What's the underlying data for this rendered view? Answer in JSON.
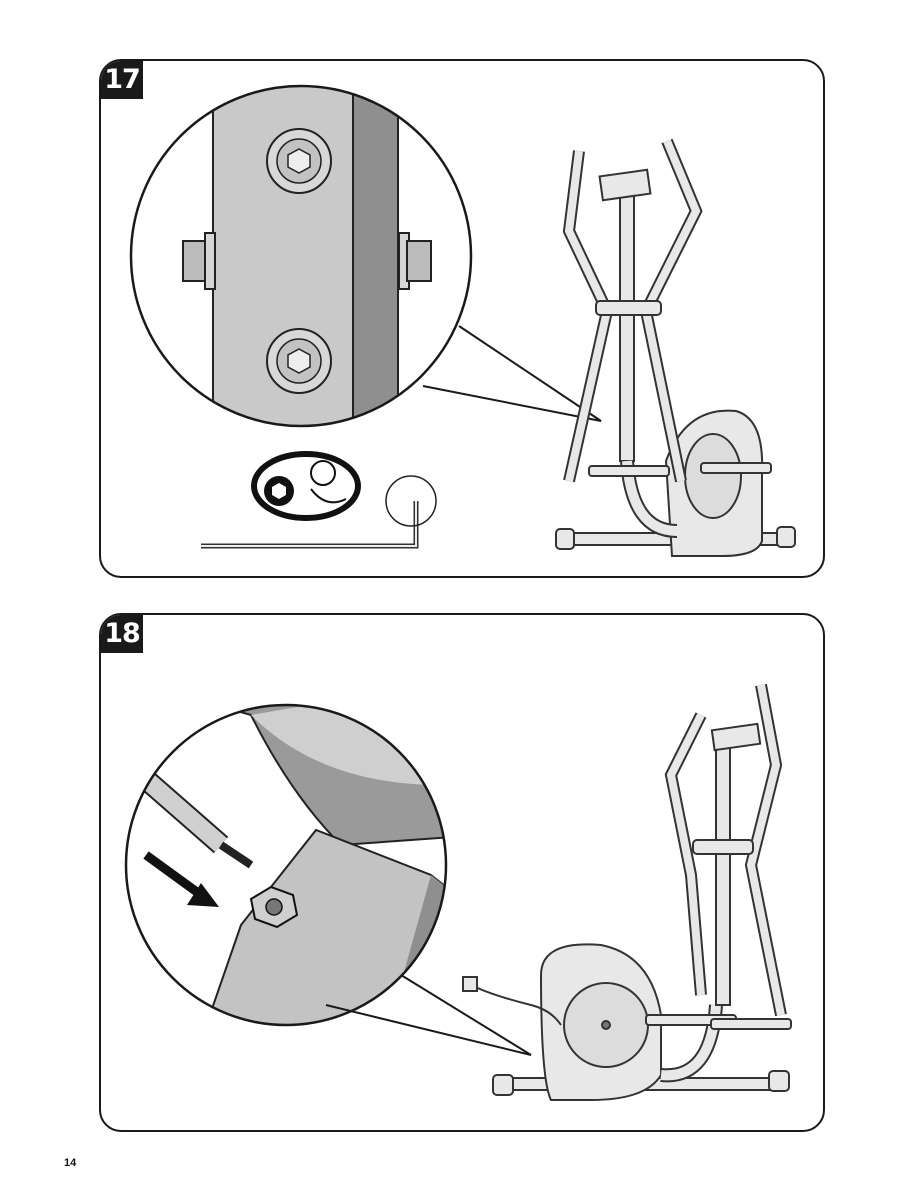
{
  "page": {
    "number": "14"
  },
  "steps": [
    {
      "number": "17"
    },
    {
      "number": "18"
    }
  ]
}
